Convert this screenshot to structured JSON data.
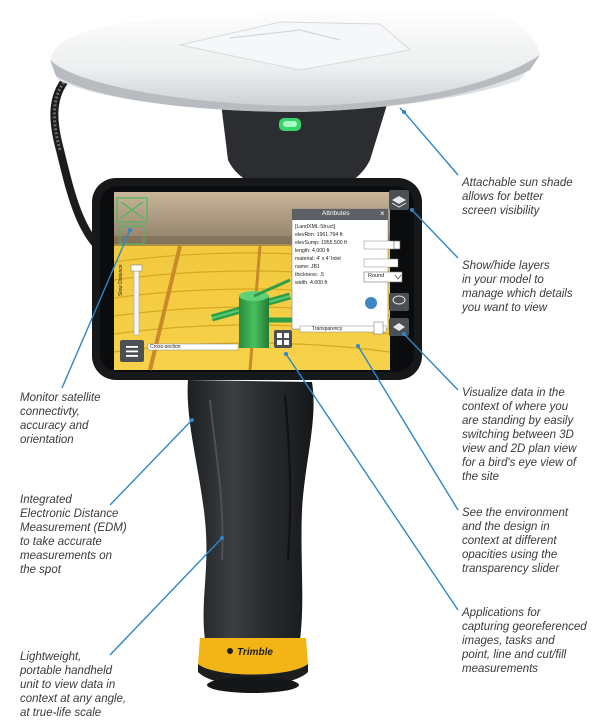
{
  "callouts": {
    "sun_shade": "Attachable sun shade\nallows for better\nscreen visibility",
    "layers": "Show/hide layers\nin your model to\nmanage which details\nyou want to view",
    "visualize": "Visualize data in the\ncontext of where you\nare standing by easily\nswitching between 3D\nview and 2D plan view\nfor a bird's eye view of\nthe site",
    "transparency": "See the environment\nand the design in\ncontext at different\nopacities using the\ntransparency slider",
    "applications": "Applications for\ncapturing georeferenced\nimages, tasks and\npoint, line and cut/fill\nmeasurements",
    "satellite": "Monitor satellite\nconnectivty,\naccuracy and\norientation",
    "edm": "Integrated\nElectronic Distance\nMeasurement (EDM)\nto take accurate\nmeasurements on\nthe spot",
    "lightweight": "Lightweight,\nportable handheld\nunit to view data in\ncontext at any angle,\nat true-life scale"
  },
  "screen": {
    "attributes_title": "Attributes",
    "attributes_close": "×",
    "attributes_lines": [
      "[LandXML:Struct]",
      "elevRim: 1961.794 ft",
      "elevSump: 1955.500 ft",
      "length: 4.000 ft",
      "material: 4' x 4' Inlet",
      "name: JB1",
      "thickness: .5",
      "width: 4.000 ft"
    ],
    "round_option": "Round",
    "cross_section_label": "Cross-section",
    "transparency_label": "Transparency",
    "slider_label": "Slow Distance"
  },
  "brand": {
    "logo_text": "Trimble"
  },
  "colors": {
    "sun_shade": "#eef0f1",
    "handle": "#2b2e31",
    "collar": "#f2b515",
    "accent": "#3d87c4",
    "screen_ground": "#f2c63a",
    "design_green": "#2e9e48"
  }
}
